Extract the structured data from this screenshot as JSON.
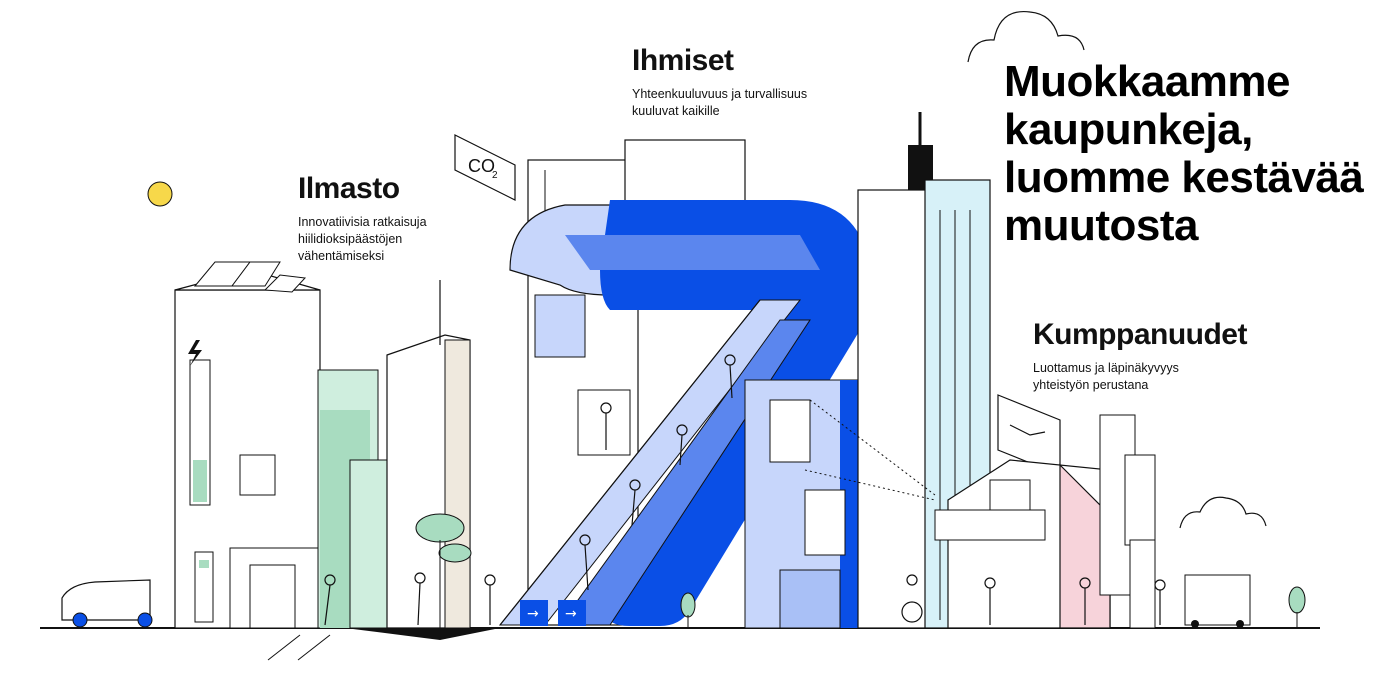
{
  "headline": {
    "text": "Muokkaamme\nkaupunkeja,\nluomme kestävää\nmuutosta"
  },
  "sections": [
    {
      "id": "climate",
      "title": "Ilmasto",
      "text": "Innovatiivisia ratkaisuja\nhiilidioksipäästöjen\nvähentämiseksi"
    },
    {
      "id": "people",
      "title": "Ihmiset",
      "text": "Yhteenkuuluvuus ja turvallisuus\nkuuluvat kaikille"
    },
    {
      "id": "partners",
      "title": "Kumppanuudet",
      "text": "Luottamus ja läpinäkyvyys\nyhteistyön perustana"
    }
  ],
  "billboard": {
    "text": "CO",
    "subscript": "2"
  },
  "colors": {
    "brand_blue": "#0a4fe6",
    "light_blue": "#c7d6fb",
    "mint": "#cfeede",
    "mint_dark": "#a8dcc0",
    "sky": "#d7f1f8",
    "pink": "#f7d3da",
    "sun": "#f7d84a",
    "beige": "#efe9de",
    "line": "#111111"
  },
  "icons": [
    "sun-icon",
    "lightning-icon",
    "arrow-right-icon",
    "cloud-icon",
    "handshake-icon"
  ]
}
